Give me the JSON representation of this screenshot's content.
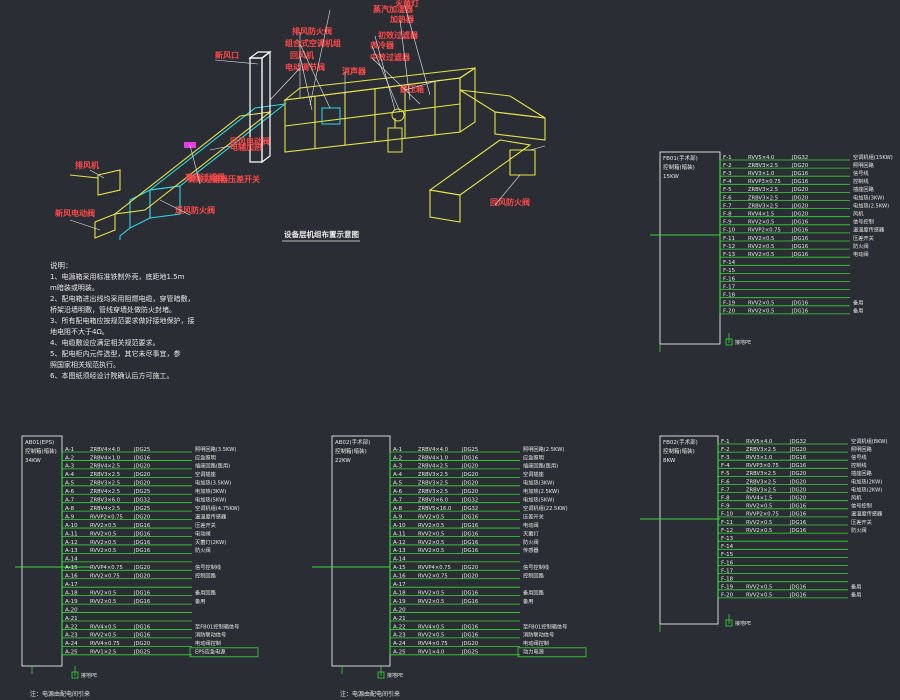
{
  "colors": {
    "background": "#2a2d33",
    "duct_yellow": "#e8e24a",
    "duct_cyan": "#2fd6e6",
    "wiring_green": "#38d838",
    "text_white": "#e8e8e8",
    "text_red": "#ff4a4a",
    "magenta": "#e43ee4"
  },
  "isometric": {
    "caption": "设备层机组布置示意图",
    "callouts": [
      {
        "text": "电辅加热",
        "name": "electric-heater-label"
      },
      {
        "text": "排风防火阀",
        "name": "exhaust-fire-damper-label"
      },
      {
        "text": "组合式空调机组",
        "name": "ahu-label"
      },
      {
        "text": "回风机",
        "name": "return-fan-label"
      },
      {
        "text": "高效过滤器",
        "name": "hepa-filter-label"
      },
      {
        "text": "电动调节阀",
        "name": "motorized-valve-label"
      },
      {
        "text": "蒸汽加湿器",
        "name": "humidifier-label"
      },
      {
        "text": "加热器",
        "name": "heater-label"
      },
      {
        "text": "初效过滤器",
        "name": "primary-filter-label"
      },
      {
        "text": "表冷器",
        "name": "cooling-coil-label"
      },
      {
        "text": "灭菌灯",
        "name": "uv-lamp-label"
      },
      {
        "text": "中效过滤器",
        "name": "medium-filter-label"
      },
      {
        "text": "新风口",
        "name": "fresh-air-inlet-label"
      },
      {
        "text": "消声器",
        "name": "silencer-label"
      },
      {
        "text": "排风机",
        "name": "exhaust-fan-label"
      },
      {
        "text": "静压箱",
        "name": "plenum-box-label"
      },
      {
        "text": "高效过滤器压差开关",
        "name": "filter-pressure-switch-label"
      },
      {
        "text": "送风防火阀",
        "name": "supply-fire-damper-label"
      },
      {
        "text": "回风电动阀",
        "name": "return-air-valve-label"
      },
      {
        "text": "回风防火阀",
        "name": "return-fire-damper-label"
      },
      {
        "text": "新风电动阀",
        "name": "fresh-air-valve-label"
      }
    ],
    "notes_title": "说明：",
    "notes": [
      "1、电源箱采用标准铁制外壳，底距地1.5m",
      "m暗装或明装。",
      "2、配电箱进出线均采用阻燃电缆，穿管暗敷，",
      "桥架沿墙明敷，管线穿墙处做防火封堵。",
      "3、所有配电箱应按规范要求做好接地保护，接",
      "地电阻不大于4Ω。",
      "4、电缆敷设应满足相关规范要求。",
      "5、配电柜内元件选型，其它未尽事宜，参",
      "照国家相关规范执行。",
      "6、本图纸须经设计院确认后方可施工。"
    ]
  },
  "panels": [
    {
      "id": "P-top",
      "header": [
        "FB01(手术部)",
        "控制箱(暗装)",
        "15KW"
      ],
      "ground_label": "接地PE",
      "prefix": "F",
      "rows": [
        {
          "circuit": "F-1",
          "cable": "RVV5×4.0",
          "conduit": "JDG32",
          "load": "空调机组(15KW)"
        },
        {
          "circuit": "F-2",
          "cable": "ZRBV3×2.5",
          "conduit": "JDG20",
          "load": "照明回路"
        },
        {
          "circuit": "F-3",
          "cable": "RVV3×1.0",
          "conduit": "JDG16",
          "load": "信号线"
        },
        {
          "circuit": "F-4",
          "cable": "RVVP3×0.75",
          "conduit": "JDG16",
          "load": "控制线"
        },
        {
          "circuit": "F-5",
          "cable": "ZRBV3×2.5",
          "conduit": "JDG20",
          "load": "插座回路"
        },
        {
          "circuit": "F-6",
          "cable": "ZRBV3×2.5",
          "conduit": "JDG20",
          "load": "电加热(3KW)"
        },
        {
          "circuit": "F-7",
          "cable": "ZRBV3×2.5",
          "conduit": "JDG20",
          "load": "电加热(2.5KW)"
        },
        {
          "circuit": "F-8",
          "cable": "RVV4×1.5",
          "conduit": "JDG20",
          "load": "风机"
        },
        {
          "circuit": "F-9",
          "cable": "RVV2×0.5",
          "conduit": "JDG16",
          "load": "信号控制"
        },
        {
          "circuit": "F-10",
          "cable": "RVVP2×0.75",
          "conduit": "JDG16",
          "load": "温湿度传感器"
        },
        {
          "circuit": "F-11",
          "cable": "RVV2×0.5",
          "conduit": "JDG16",
          "load": "压差开关"
        },
        {
          "circuit": "F-12",
          "cable": "RVV2×0.5",
          "conduit": "JDG16",
          "load": "防火阀"
        },
        {
          "circuit": "F-13",
          "cable": "RVV2×0.5",
          "conduit": "JDG16",
          "load": "电动阀"
        },
        {
          "circuit": "F-14",
          "cable": "",
          "conduit": "",
          "load": ""
        },
        {
          "circuit": "F-15",
          "cable": "",
          "conduit": "",
          "load": ""
        },
        {
          "circuit": "F-16",
          "cable": "",
          "conduit": "",
          "load": ""
        },
        {
          "circuit": "F-17",
          "cable": "",
          "conduit": "",
          "load": ""
        },
        {
          "circuit": "F-18",
          "cable": "",
          "conduit": "",
          "load": ""
        },
        {
          "circuit": "F-19",
          "cable": "RVV2×0.5",
          "conduit": "JDG16",
          "load": "备用"
        },
        {
          "circuit": "F-20",
          "cable": "RVV2×0.5",
          "conduit": "JDG16",
          "load": "备用"
        }
      ]
    },
    {
      "id": "A-left",
      "header": [
        "AB01(EPS)",
        "控制箱(暗装)",
        "34KW"
      ],
      "ground_label": "接地PE",
      "footnote": "注：电源由配电间引来",
      "prefix": "A",
      "rows": [
        {
          "circuit": "A-1",
          "cable": "ZRBV4×4.0",
          "conduit": "JDG25",
          "load": "照明回路(3.5KW)"
        },
        {
          "circuit": "A-2",
          "cable": "ZRBV4×1.0",
          "conduit": "JDG16",
          "load": "应急照明"
        },
        {
          "circuit": "A-3",
          "cable": "ZRBV4×2.5",
          "conduit": "JDG20",
          "load": "插座回路(医用)"
        },
        {
          "circuit": "A-4",
          "cable": "ZRBV3×2.5",
          "conduit": "JDG20",
          "load": "空调插座"
        },
        {
          "circuit": "A-5",
          "cable": "ZRBV3×2.5",
          "conduit": "JDG20",
          "load": "电加热(3.5KW)"
        },
        {
          "circuit": "A-6",
          "cable": "ZRBV4×2.5",
          "conduit": "JDG25",
          "load": "电加热(3KW)"
        },
        {
          "circuit": "A-7",
          "cable": "ZRBV3×6.0",
          "conduit": "JDG32",
          "load": "电加热(5KW)"
        },
        {
          "circuit": "A-8",
          "cable": "ZRBV4×2.5",
          "conduit": "JDG25",
          "load": "空调机组(4.75KW)"
        },
        {
          "circuit": "A-9",
          "cable": "RVVP2×0.75",
          "conduit": "JDG20",
          "load": "温湿度传感器"
        },
        {
          "circuit": "A-10",
          "cable": "RVV2×0.5",
          "conduit": "JDG16",
          "load": "压差开关"
        },
        {
          "circuit": "A-11",
          "cable": "RVV2×0.5",
          "conduit": "JDG16",
          "load": "电动阀"
        },
        {
          "circuit": "A-12",
          "cable": "RVV2×0.5",
          "conduit": "JDG16",
          "load": "灭菌灯(2KW)"
        },
        {
          "circuit": "A-13",
          "cable": "RVV2×0.5",
          "conduit": "JDG16",
          "load": "防火阀"
        },
        {
          "circuit": "A-14",
          "cable": "",
          "conduit": "",
          "load": ""
        },
        {
          "circuit": "A-15",
          "cable": "RVVP4×0.75",
          "conduit": "JDG20",
          "load": "信号控制线"
        },
        {
          "circuit": "A-16",
          "cable": "RVV2×0.75",
          "conduit": "JDG20",
          "load": "控制回路"
        },
        {
          "circuit": "A-17",
          "cable": "",
          "conduit": "",
          "load": ""
        },
        {
          "circuit": "A-18",
          "cable": "RVV2×0.5",
          "conduit": "JDG16",
          "load": "备用回路"
        },
        {
          "circuit": "A-19",
          "cable": "RVV2×0.5",
          "conduit": "JDG16",
          "load": "备用"
        },
        {
          "circuit": "A-20",
          "cable": "",
          "conduit": "",
          "load": ""
        },
        {
          "circuit": "A-21",
          "cable": "",
          "conduit": "",
          "load": ""
        },
        {
          "circuit": "A-22",
          "cable": "RVV4×0.5",
          "conduit": "JDG16",
          "load": "至FB01控制箱信号"
        },
        {
          "circuit": "A-23",
          "cable": "RVV2×0.5",
          "conduit": "JDG16",
          "load": "消防联动信号"
        },
        {
          "circuit": "A-24",
          "cable": "RVV4×0.75",
          "conduit": "JDG20",
          "load": "电动阀控制"
        },
        {
          "circuit": "A-25",
          "cable": "RVV1×2.5",
          "conduit": "JDG25",
          "load": "EPS应急电源"
        }
      ]
    },
    {
      "id": "A-middle",
      "header": [
        "AB02(手术部)",
        "控制箱(暗装)",
        "22KW"
      ],
      "ground_label": "接地PE",
      "footnote": "注：电源由配电间引来",
      "prefix": "A",
      "rows": [
        {
          "circuit": "A-1",
          "cable": "ZRBV4×4.0",
          "conduit": "JDG25",
          "load": "照明回路(2.5KW)"
        },
        {
          "circuit": "A-2",
          "cable": "ZRBV4×1.0",
          "conduit": "JDG16",
          "load": "应急照明"
        },
        {
          "circuit": "A-3",
          "cable": "ZRBV4×2.5",
          "conduit": "JDG20",
          "load": "插座回路(医用)"
        },
        {
          "circuit": "A-4",
          "cable": "ZRBV3×2.5",
          "conduit": "JDG20",
          "load": "空调插座"
        },
        {
          "circuit": "A-5",
          "cable": "ZRBV3×2.5",
          "conduit": "JDG20",
          "load": "电加热(3KW)"
        },
        {
          "circuit": "A-6",
          "cable": "ZRBV3×2.5",
          "conduit": "JDG20",
          "load": "电加热(2.5KW)"
        },
        {
          "circuit": "A-7",
          "cable": "ZRBV3×6.0",
          "conduit": "JDG32",
          "load": "电加热(5KW)"
        },
        {
          "circuit": "A-8",
          "cable": "ZRBV5×16.0",
          "conduit": "JDG32",
          "load": "空调机组(22.5KW)"
        },
        {
          "circuit": "A-9",
          "cable": "RVV2×0.5",
          "conduit": "JDG16",
          "load": "压差开关"
        },
        {
          "circuit": "A-10",
          "cable": "RVV2×0.5",
          "conduit": "JDG16",
          "load": "电动阀"
        },
        {
          "circuit": "A-11",
          "cable": "RVV2×0.5",
          "conduit": "JDG16",
          "load": "灭菌灯"
        },
        {
          "circuit": "A-12",
          "cable": "RVV2×0.5",
          "conduit": "JDG16",
          "load": "防火阀"
        },
        {
          "circuit": "A-13",
          "cable": "RVV2×0.5",
          "conduit": "JDG16",
          "load": "传感器"
        },
        {
          "circuit": "A-14",
          "cable": "",
          "conduit": "",
          "load": ""
        },
        {
          "circuit": "A-15",
          "cable": "RVVP4×0.75",
          "conduit": "JDG20",
          "load": "信号控制线"
        },
        {
          "circuit": "A-16",
          "cable": "RVV2×0.75",
          "conduit": "JDG20",
          "load": "控制回路"
        },
        {
          "circuit": "A-17",
          "cable": "",
          "conduit": "",
          "load": ""
        },
        {
          "circuit": "A-18",
          "cable": "RVV2×0.5",
          "conduit": "JDG16",
          "load": "备用回路"
        },
        {
          "circuit": "A-19",
          "cable": "RVV2×0.5",
          "conduit": "JDG16",
          "load": "备用"
        },
        {
          "circuit": "A-20",
          "cable": "",
          "conduit": "",
          "load": ""
        },
        {
          "circuit": "A-21",
          "cable": "",
          "conduit": "",
          "load": ""
        },
        {
          "circuit": "A-22",
          "cable": "RVV4×0.5",
          "conduit": "JDG16",
          "load": "至FB01控制箱信号"
        },
        {
          "circuit": "A-23",
          "cable": "RVV2×0.5",
          "conduit": "JDG16",
          "load": "消防联动信号"
        },
        {
          "circuit": "A-24",
          "cable": "RVV4×0.75",
          "conduit": "JDG20",
          "load": "电动阀控制"
        },
        {
          "circuit": "A-25",
          "cable": "RVV1×4.0",
          "conduit": "JDG25",
          "load": "动力电源"
        }
      ]
    },
    {
      "id": "P-bottom",
      "header": [
        "FB02(手术部)",
        "控制箱(暗装)",
        "8KW"
      ],
      "ground_label": "接地PE",
      "prefix": "F",
      "rows": [
        {
          "circuit": "F-1",
          "cable": "RVV5×4.0",
          "conduit": "JDG32",
          "load": "空调机组(8KW)"
        },
        {
          "circuit": "F-2",
          "cable": "ZRBV3×2.5",
          "conduit": "JDG20",
          "load": "照明回路"
        },
        {
          "circuit": "F-3",
          "cable": "RVV3×1.0",
          "conduit": "JDG16",
          "load": "信号线"
        },
        {
          "circuit": "F-4",
          "cable": "RVVP3×0.75",
          "conduit": "JDG16",
          "load": "控制线"
        },
        {
          "circuit": "F-5",
          "cable": "ZRBV3×2.5",
          "conduit": "JDG20",
          "load": "插座回路"
        },
        {
          "circuit": "F-6",
          "cable": "ZRBV3×2.5",
          "conduit": "JDG20",
          "load": "电加热(2KW)"
        },
        {
          "circuit": "F-7",
          "cable": "ZRBV3×2.5",
          "conduit": "JDG20",
          "load": "电加热(2KW)"
        },
        {
          "circuit": "F-8",
          "cable": "RVV4×1.5",
          "conduit": "JDG20",
          "load": "风机"
        },
        {
          "circuit": "F-9",
          "cable": "RVV2×0.5",
          "conduit": "JDG16",
          "load": "信号控制"
        },
        {
          "circuit": "F-10",
          "cable": "RVVP2×0.75",
          "conduit": "JDG16",
          "load": "温湿度传感器"
        },
        {
          "circuit": "F-11",
          "cable": "RVV2×0.5",
          "conduit": "JDG16",
          "load": "压差开关"
        },
        {
          "circuit": "F-12",
          "cable": "RVV2×0.5",
          "conduit": "JDG16",
          "load": "防火阀"
        },
        {
          "circuit": "F-13",
          "cable": "",
          "conduit": "",
          "load": ""
        },
        {
          "circuit": "F-14",
          "cable": "",
          "conduit": "",
          "load": ""
        },
        {
          "circuit": "F-15",
          "cable": "",
          "conduit": "",
          "load": ""
        },
        {
          "circuit": "F-16",
          "cable": "",
          "conduit": "",
          "load": ""
        },
        {
          "circuit": "F-17",
          "cable": "",
          "conduit": "",
          "load": ""
        },
        {
          "circuit": "F-18",
          "cable": "",
          "conduit": "",
          "load": ""
        },
        {
          "circuit": "F-19",
          "cable": "RVV2×0.5",
          "conduit": "JDG16",
          "load": "备用"
        },
        {
          "circuit": "F-20",
          "cable": "RVV2×0.5",
          "conduit": "JDG16",
          "load": "备用"
        }
      ]
    }
  ]
}
